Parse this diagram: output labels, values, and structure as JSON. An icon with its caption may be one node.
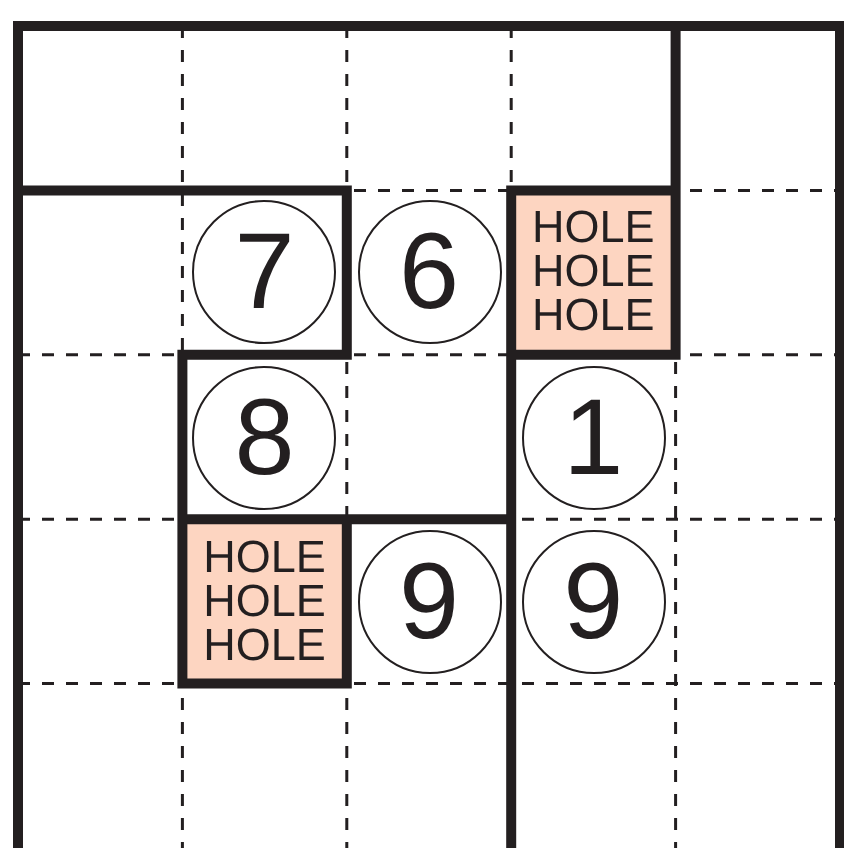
{
  "diagram": {
    "nodes": [
      {
        "text": [
          "7"
        ]
      },
      {
        "text": [
          "6"
        ]
      },
      {
        "text": [
          "HOLE HOLE HOLE"
        ]
      },
      {
        "text": [
          "8"
        ]
      },
      {
        "text": [
          "1"
        ]
      },
      {
        "text": [
          "HOLE HOLE HOLE"
        ]
      },
      {
        "text": [
          "9"
        ]
      },
      {
        "text": [
          "9"
        ]
      }
    ]
  }
}
